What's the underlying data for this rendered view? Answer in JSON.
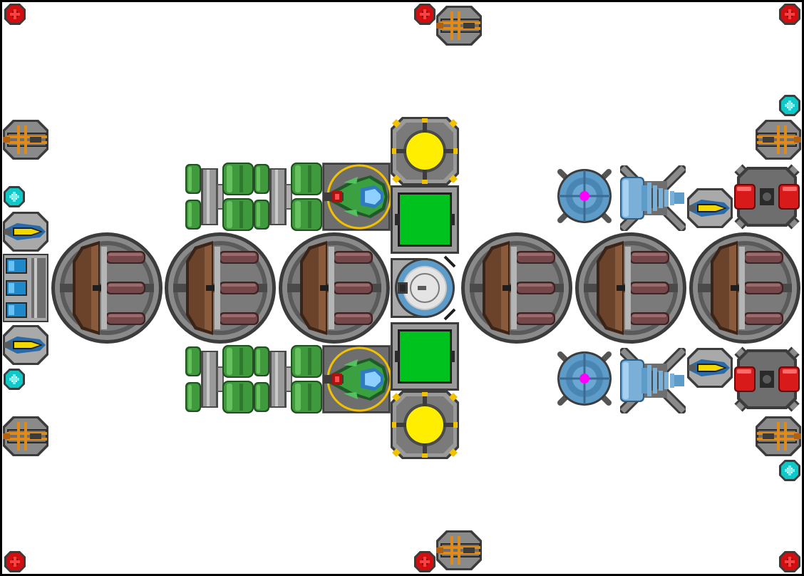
{
  "scene": {
    "background": "#ffffff",
    "frame_color": "#000000"
  },
  "palette": {
    "hull_dark": "#3c3c3c",
    "hull_mid": "#6e6e6e",
    "hull_light": "#a9a9a9",
    "cargo_brown": "#8a5a3c",
    "cargo_tube": "#74484a",
    "tank_green": "#3e9a3c",
    "tank_green_light": "#66c05e",
    "screen_green": "#00c21f",
    "reactor_yellow": "#ffee00",
    "ion_blue": "#5d9bc9",
    "ion_core": "#ff00ff",
    "plasma_red": "#d81a1a",
    "orange_trim": "#e08a1a",
    "gold_trim": "#f2c100",
    "beacon_red": "#d01010",
    "beacon_cyan": "#10c8c8",
    "thruster_blue": "#1e88c8",
    "missile_yellow": "#f0d800"
  },
  "modules": {
    "cargo_pods": 6,
    "fuel_tank_stacks": 4,
    "cockpits": 2,
    "reactors": 2,
    "green_panels": 2,
    "command_core": 1,
    "ion_emitters": 2,
    "cryo_engines": 2,
    "missile_launchers": 4,
    "plasma_turrets": 2,
    "side_thrusters": 3,
    "orange_cannons": 6,
    "red_beacons": 6,
    "cyan_beacons": 4
  },
  "icons": [
    "cargo-pod-icon",
    "fuel-tank-icon",
    "cockpit-icon",
    "reactor-icon",
    "green-panel-icon",
    "command-core-icon",
    "ion-emitter-icon",
    "cryo-engine-icon",
    "missile-launcher-icon",
    "plasma-turret-icon",
    "thruster-icon",
    "orange-cannon-icon",
    "red-beacon-icon",
    "cyan-beacon-icon"
  ]
}
